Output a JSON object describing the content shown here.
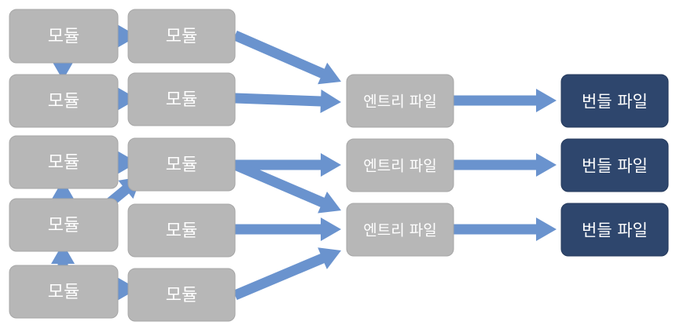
{
  "colors": {
    "module": "#b7b7b7",
    "entry": "#b7b7b7",
    "bundle": "#2e466d",
    "arrow": "#6a93ce",
    "text": "#ffffff"
  },
  "labels": {
    "module": "모듈",
    "entry": "엔트리 파일",
    "bundle": "번들 파일"
  },
  "nodes": [
    {
      "id": "m1",
      "type": "module"
    },
    {
      "id": "m2",
      "type": "module"
    },
    {
      "id": "m3",
      "type": "module"
    },
    {
      "id": "m4",
      "type": "module"
    },
    {
      "id": "m5",
      "type": "module"
    },
    {
      "id": "m6",
      "type": "module"
    },
    {
      "id": "m7",
      "type": "module"
    },
    {
      "id": "m8",
      "type": "module"
    },
    {
      "id": "m9",
      "type": "module"
    },
    {
      "id": "m10",
      "type": "module"
    },
    {
      "id": "e1",
      "type": "entry"
    },
    {
      "id": "e2",
      "type": "entry"
    },
    {
      "id": "e3",
      "type": "entry"
    },
    {
      "id": "b1",
      "type": "bundle"
    },
    {
      "id": "b2",
      "type": "bundle"
    },
    {
      "id": "b3",
      "type": "bundle"
    }
  ],
  "edges": [
    {
      "from": "m1",
      "to": "m2"
    },
    {
      "from": "m1",
      "to": "m3"
    },
    {
      "from": "m3",
      "to": "m4"
    },
    {
      "from": "m2",
      "to": "e1"
    },
    {
      "from": "m4",
      "to": "e1"
    },
    {
      "from": "m5",
      "to": "m6"
    },
    {
      "from": "m7",
      "to": "m5"
    },
    {
      "from": "m7",
      "to": "m6"
    },
    {
      "from": "m9",
      "to": "m7"
    },
    {
      "from": "m9",
      "to": "m10"
    },
    {
      "from": "m6",
      "to": "e2"
    },
    {
      "from": "m6",
      "to": "e3"
    },
    {
      "from": "m8",
      "to": "e3"
    },
    {
      "from": "m10",
      "to": "e3"
    },
    {
      "from": "e1",
      "to": "b1"
    },
    {
      "from": "e2",
      "to": "b2"
    },
    {
      "from": "e3",
      "to": "b3"
    }
  ]
}
